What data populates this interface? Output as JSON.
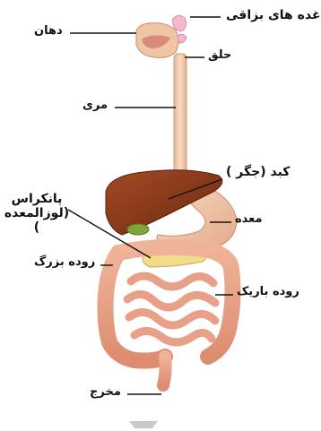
{
  "labels": {
    "salivary_glands": "غده های بزاقی",
    "mouth": "دهان",
    "pharynx": "حلق",
    "esophagus": "مری",
    "liver": "کبد (جگر )",
    "pancreas": "پانکراس (لوزالمعده )",
    "stomach": "معده",
    "large_intestine": "روده بزرگ",
    "small_intestine": "روده باریک",
    "anus": "مخرج"
  },
  "colors": {
    "liver": "#8b3a1c",
    "stomach": "#f0c6a8",
    "esophagus": "#f2cdb0",
    "intestine": "#e89c80",
    "pancreas": "#f2dc8a",
    "gallbladder": "#7da53a",
    "salivary": "#f4b8d0",
    "leader_line": "#111111"
  }
}
